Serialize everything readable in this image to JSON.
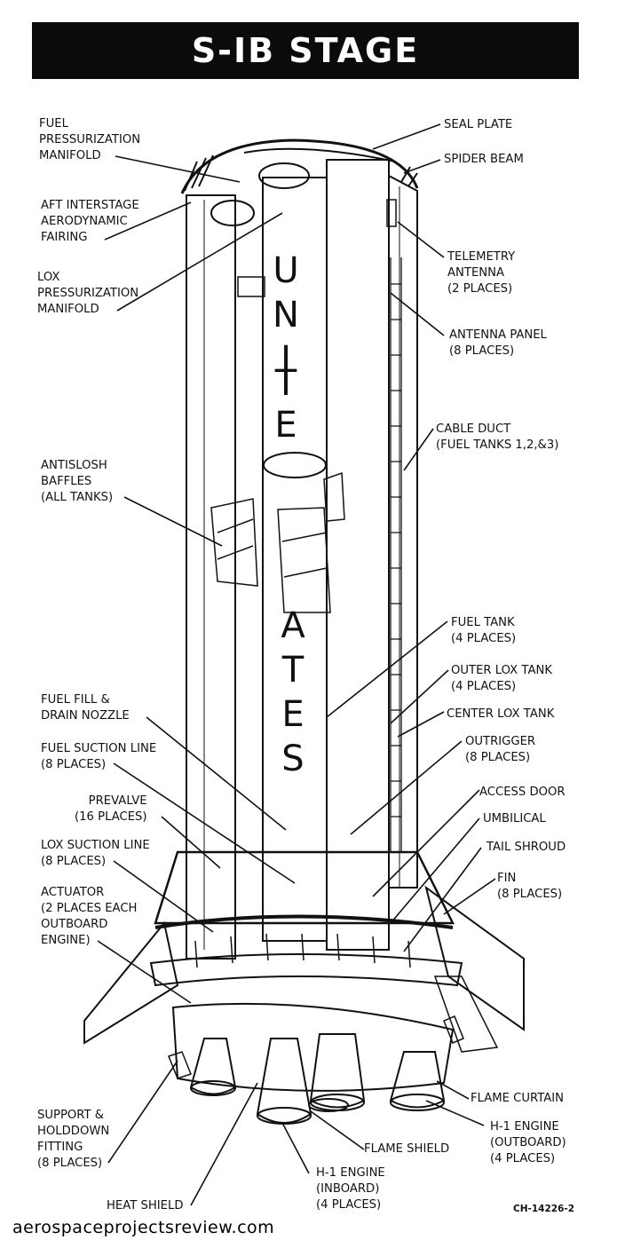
{
  "title": "S-IB STAGE",
  "labels": {
    "fuel_pressurization_manifold": "FUEL\nPRESSURIZATION\nMANIFOLD",
    "aft_interstage_fairing": "AFT INTERSTAGE\nAERODYNAMIC\nFAIRING",
    "lox_pressurization_manifold": "LOX\nPRESSURIZATION\nMANIFOLD",
    "antislosh_baffles": "ANTISLOSH\nBAFFLES\n(ALL TANKS)",
    "fuel_fill_drain_nozzle": "FUEL FILL &\nDRAIN NOZZLE",
    "fuel_suction_line": "FUEL SUCTION LINE\n(8 PLACES)",
    "prevalve": "PREVALVE\n(16 PLACES)",
    "lox_suction_line": "LOX SUCTION LINE\n(8 PLACES)",
    "actuator": "ACTUATOR\n(2 PLACES EACH\nOUTBOARD\nENGINE)",
    "support_holddown": "SUPPORT &\nHOLDDOWN\nFITTING\n(8 PLACES)",
    "heat_shield": "HEAT SHIELD",
    "seal_plate": "SEAL PLATE",
    "spider_beam": "SPIDER BEAM",
    "telemetry_antenna": "TELEMETRY\nANTENNA\n(2 PLACES)",
    "antenna_panel": "ANTENNA PANEL\n(8 PLACES)",
    "cable_duct": "CABLE DUCT\n(FUEL TANKS 1,2,&3)",
    "fuel_tank": "FUEL TANK\n(4 PLACES)",
    "outer_lox_tank": "OUTER LOX TANK\n(4 PLACES)",
    "center_lox_tank": "CENTER LOX TANK",
    "outrigger": "OUTRIGGER\n(8 PLACES)",
    "access_door": "ACCESS DOOR",
    "umbilical": "UMBILICAL",
    "tail_shroud": "TAIL SHROUD",
    "fin": "FIN\n(8 PLACES)",
    "flame_curtain": "FLAME CURTAIN",
    "h1_outboard": "H-1 ENGINE\n(OUTBOARD)\n(4 PLACES)",
    "flame_shield": "FLAME SHIELD",
    "h1_inboard": "H-1 ENGINE\n(INBOARD)\n(4 PLACES)"
  },
  "tank_lettering": {
    "upper": [
      "U",
      "N",
      "I",
      "T",
      "E"
    ],
    "lower": [
      "A",
      "T",
      "E",
      "S"
    ]
  },
  "drawing_code": "CH-14226-2",
  "website": "aerospaceprojectsreview.com",
  "colors": {
    "title_bg": "#0b0b0b",
    "title_fg": "#ffffff",
    "ink": "#111111",
    "paper": "#ffffff"
  }
}
